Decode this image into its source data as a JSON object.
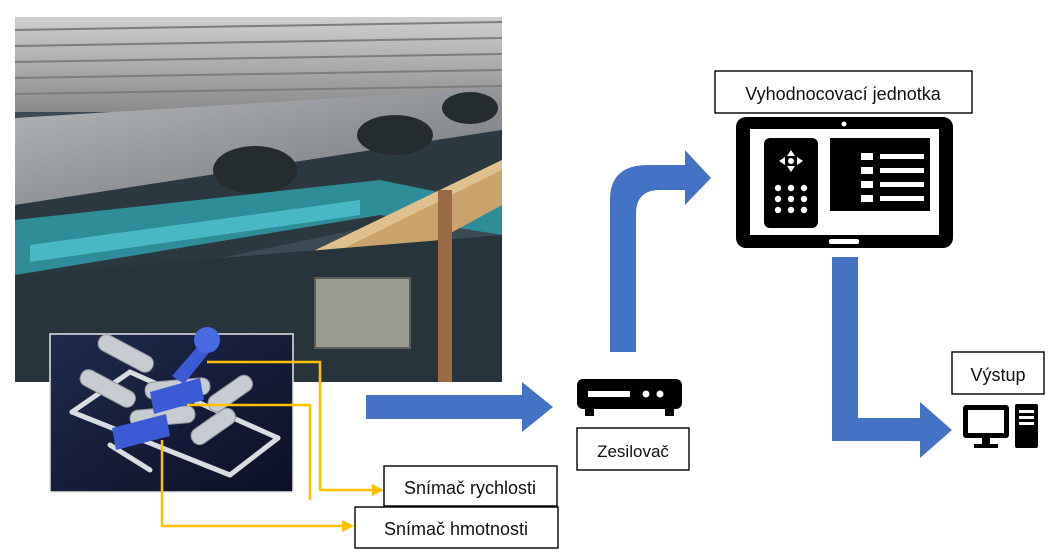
{
  "labels": {
    "speed_sensor": "Snímač rychlosti",
    "weight_sensor": "Snímač hmotnosti",
    "amplifier": "Zesilovač",
    "evaluation_unit": "Vyhodnocovací jednotka",
    "output": "Výstup"
  },
  "icons": {
    "photo": "conveyor-belt-photo",
    "idler_model": "conveyor-idler-3d-model",
    "amplifier": "amplifier-device-icon",
    "tablet": "tablet-icon",
    "computer": "computer-icon"
  },
  "colors": {
    "flow_arrow": "#4472C4",
    "sensor_line": "#FFC000",
    "idler_panel": "#1B2340",
    "device": "#000000"
  }
}
